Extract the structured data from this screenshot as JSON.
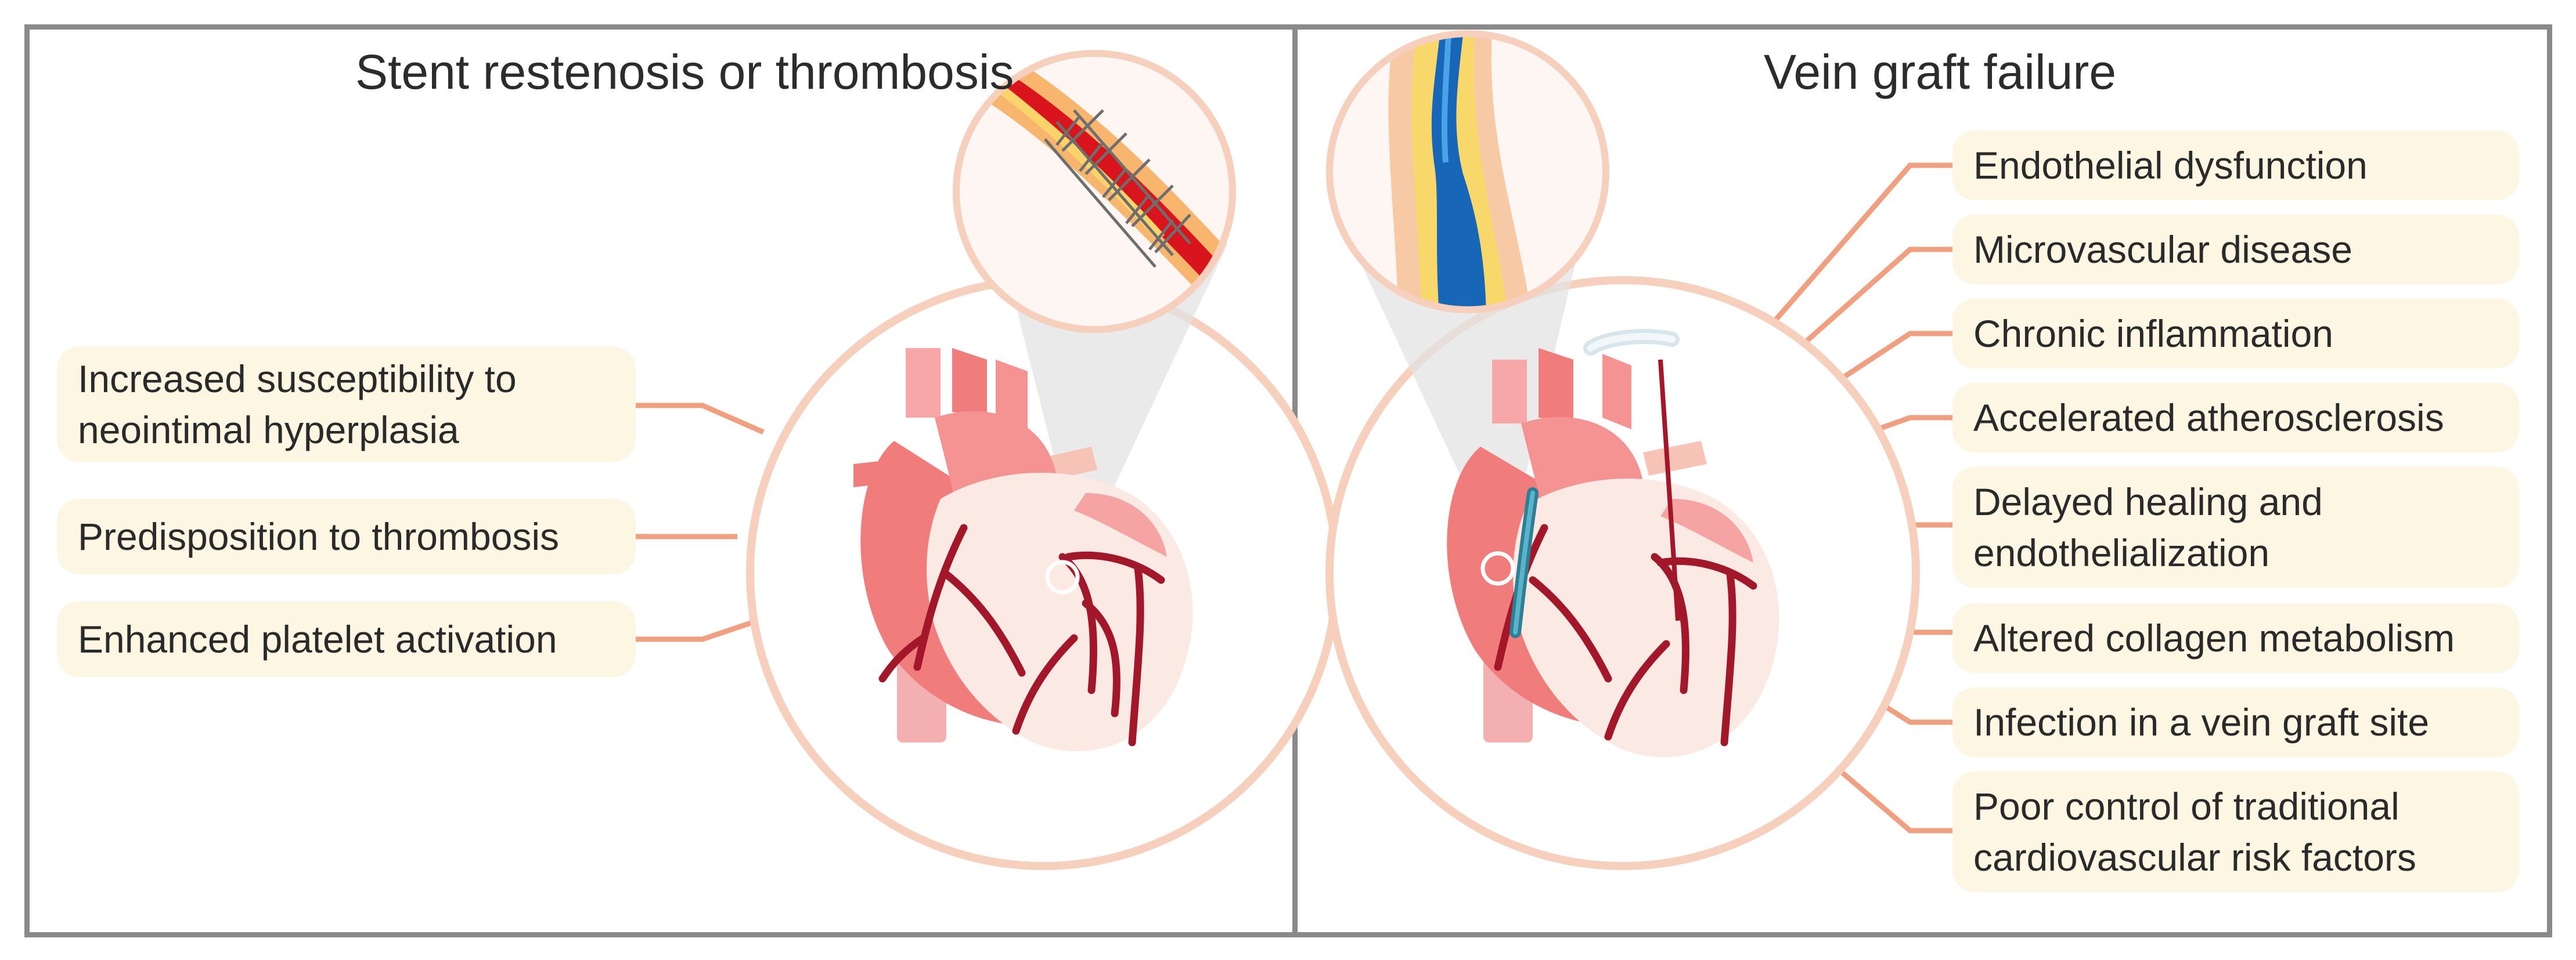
{
  "left_panel": {
    "title": "Stent restenosis or thrombosis",
    "factors": [
      "Increased susceptibility to neointimal hyperplasia",
      "Predisposition to thrombosis",
      "Enhanced platelet activation"
    ]
  },
  "right_panel": {
    "title": "Vein graft failure",
    "factors": [
      "Endothelial dysfunction",
      "Microvascular disease",
      "Chronic inflammation",
      "Accelerated atherosclerosis",
      "Delayed healing and endothelialization",
      "Altered collagen metabolism",
      "Infection in a vein graft site",
      "Poor control of traditional cardiovascular risk factors"
    ]
  },
  "colors": {
    "border": "#8a8a8a",
    "box_fill": "#fdf6e3",
    "connector": "#f0a080",
    "circle_stroke": "#f6cfbd",
    "heart_red": "#f07c7c",
    "artery": "#a3172a"
  }
}
